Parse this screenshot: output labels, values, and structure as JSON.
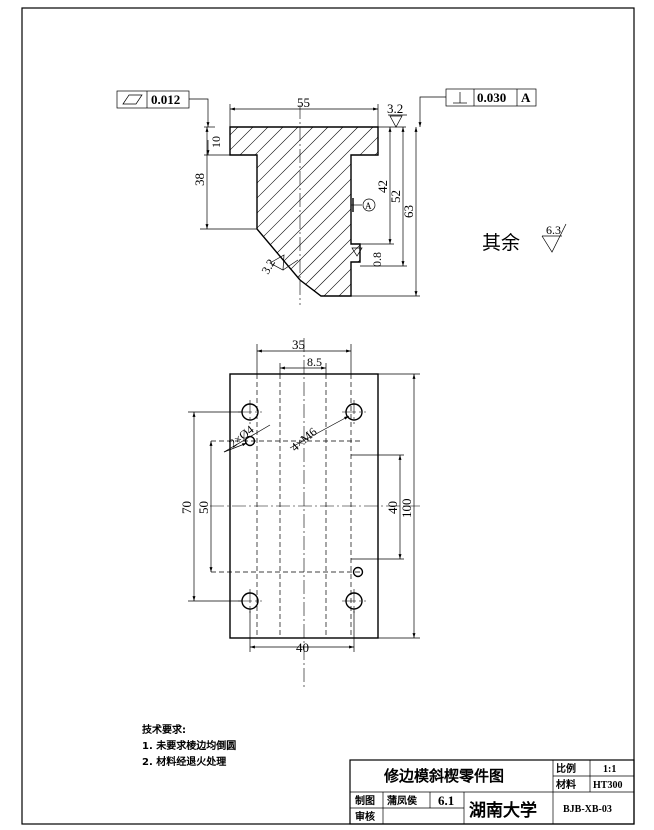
{
  "gdt": {
    "flatness_symbol": "▱",
    "flatness_value": "0.012",
    "perp_symbol": "⊥",
    "perp_value": "0.030",
    "perp_datum": "A"
  },
  "section_view": {
    "dims": {
      "width_top": "55",
      "flange": "10",
      "height_38": "38",
      "chamfer_3_2": "3.2",
      "h42": "42",
      "h52": "52",
      "h63": "63",
      "slot_08": "0.8",
      "roughness_32": "3.2"
    },
    "datum_label": "A"
  },
  "plan_view": {
    "dims": {
      "top_35": "35",
      "top_8_5": "8.5",
      "left_70": "70",
      "left_50": "50",
      "right_40": "40",
      "right_100": "100",
      "bottom_40": "40"
    },
    "holes_label": "2×Ø4",
    "thread_label": "4×M6"
  },
  "surface": {
    "rest_label": "其余",
    "roughness_value": "6.3"
  },
  "tech_notes": {
    "heading": "技术要求:",
    "items": [
      "1. 未要求棱边均倒圆",
      "2. 材料经退火处理"
    ]
  },
  "title_block": {
    "part_name": "修边模斜楔零件图",
    "scale_label": "比例",
    "scale_value": "1:1",
    "material_label": "材料",
    "material_value": "HT300",
    "drawn_label": "制图",
    "drawn_by": "蒲凤侯",
    "date": "6.1",
    "review_label": "审核",
    "school": "湖南大学",
    "drawing_no": "BJB-XB-03"
  }
}
